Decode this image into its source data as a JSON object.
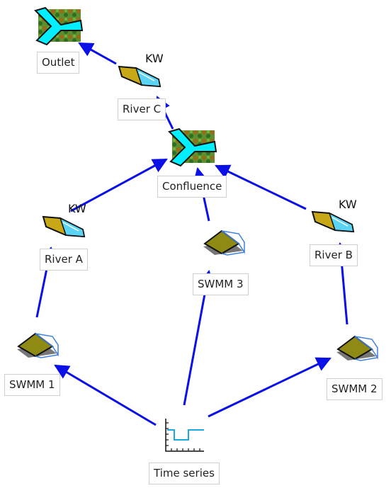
{
  "nodes": {
    "outlet": {
      "label": "Outlet",
      "icon": "junction-icon"
    },
    "river_c": {
      "label": "River C",
      "icon": "channel-icon",
      "badge": "KW"
    },
    "confluence": {
      "label": "Confluence",
      "icon": "junction-icon"
    },
    "river_a": {
      "label": "River A",
      "icon": "channel-icon",
      "badge": "KW"
    },
    "river_b": {
      "label": "River B",
      "icon": "channel-icon",
      "badge": "KW"
    },
    "swmm3": {
      "label": "SWMM 3",
      "icon": "catchment-icon"
    },
    "swmm1": {
      "label": "SWMM 1",
      "icon": "catchment-icon"
    },
    "swmm2": {
      "label": "SWMM 2",
      "icon": "catchment-icon"
    },
    "timeseries": {
      "label": "Time series",
      "icon": "time-series-icon"
    }
  },
  "edges": [
    {
      "from": "timeseries",
      "to": "swmm1"
    },
    {
      "from": "timeseries",
      "to": "swmm3"
    },
    {
      "from": "timeseries",
      "to": "swmm2"
    },
    {
      "from": "swmm1",
      "to": "river_a"
    },
    {
      "from": "swmm2",
      "to": "river_b"
    },
    {
      "from": "swmm3",
      "to": "confluence"
    },
    {
      "from": "river_a",
      "to": "confluence"
    },
    {
      "from": "river_b",
      "to": "confluence"
    },
    {
      "from": "confluence",
      "to": "river_c"
    },
    {
      "from": "river_c",
      "to": "outlet"
    }
  ],
  "colors": {
    "edge": "#0a10e6",
    "water": "#5ad3f5",
    "cyan": "#00f0ff",
    "olive": "#c9a818",
    "catchment": "#8f8a14",
    "ground_dark": "#3b7a2c",
    "box_blue": "#3d7fe0"
  }
}
